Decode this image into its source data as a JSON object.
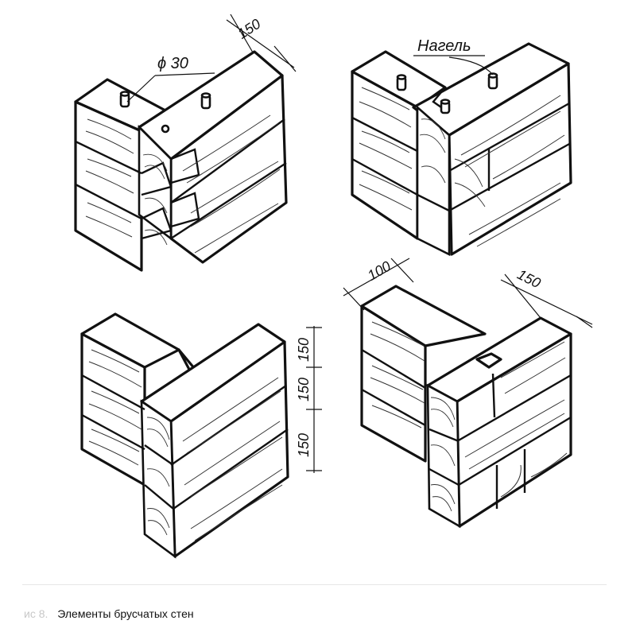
{
  "caption": {
    "figure_number": "ис 8.",
    "title": "Элементы брусчатых стен"
  },
  "panels": {
    "top_left": {
      "dimension_width": "150",
      "dimension_diameter": "ϕ 30"
    },
    "top_right": {
      "dowel_label": "Нагель"
    },
    "bottom_left": {
      "dimension_heights": [
        "150",
        "150",
        "150"
      ]
    },
    "bottom_right": {
      "dimension_left": "100",
      "dimension_right": "150"
    }
  }
}
